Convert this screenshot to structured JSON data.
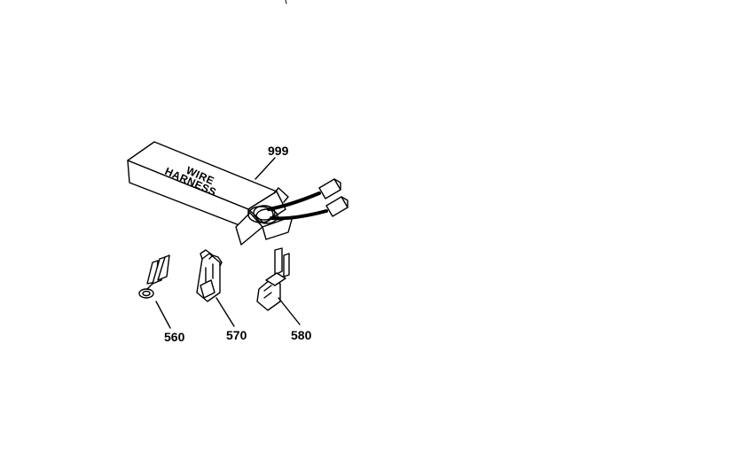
{
  "box_label": {
    "line1": "WIRE",
    "line2": "HARNESS"
  },
  "callouts": {
    "harness": "999",
    "ring_terminal": "560",
    "female_terminal_a": "570",
    "female_terminal_b": "580"
  }
}
